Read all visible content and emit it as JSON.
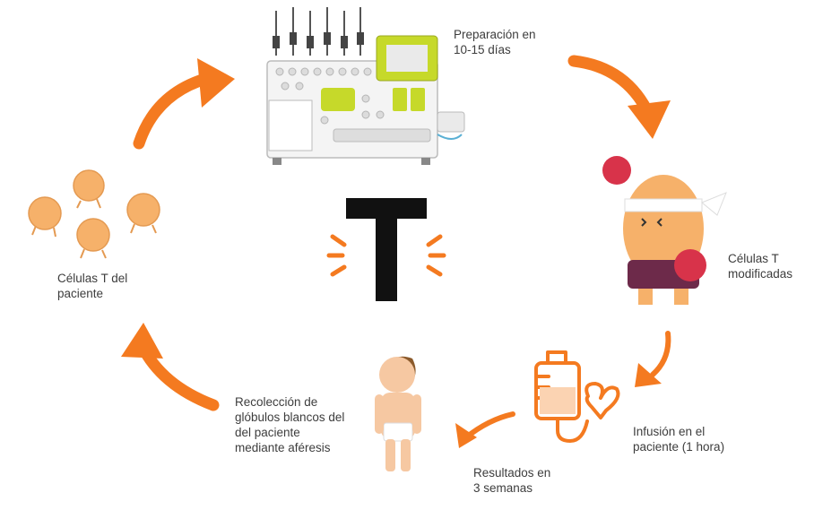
{
  "center_letter": "T",
  "labels": {
    "preparation": "Preparación en\n10-15 días",
    "modified_cells": "Células T\nmodificadas",
    "infusion": "Infusión en el\npaciente (1 hora)",
    "results": "Resultados en\n3 semanas",
    "collection": "Recolección de\nglóbulos blancos del\ndel paciente\nmediante aféresis",
    "patient_cells": "Células T del\npaciente"
  },
  "colors": {
    "arrow": "#f47a20",
    "cell": "#f6b16a",
    "machine_accent": "#c6d92a",
    "bag": "#f47a20",
    "glove": "#d8334a"
  },
  "icons": [
    "apheresis-machine-icon",
    "boxer-t-cell-icon",
    "iv-bag-heart-icon",
    "child-patient-icon",
    "t-cells-icon"
  ]
}
